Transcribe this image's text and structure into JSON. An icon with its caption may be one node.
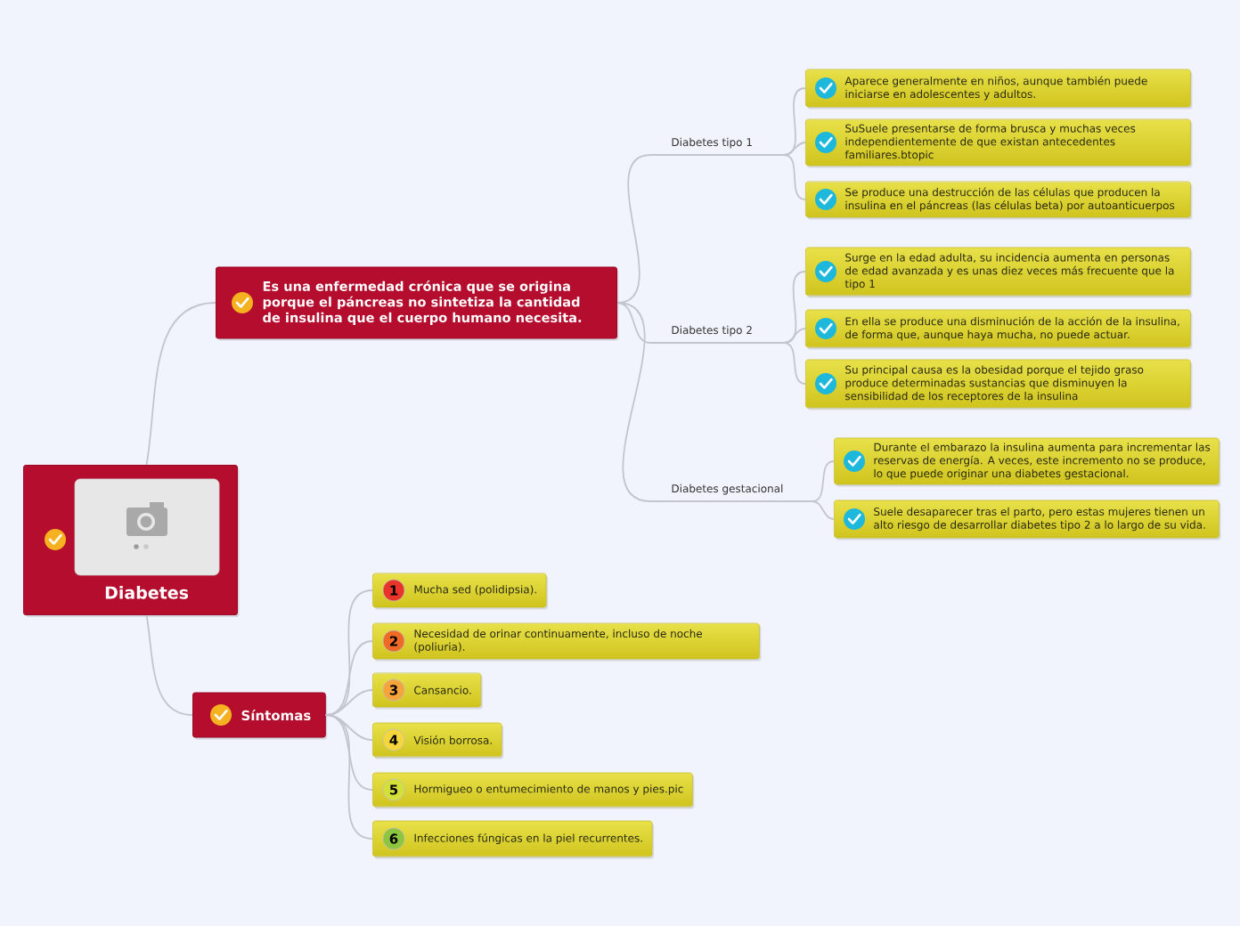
{
  "diagram": {
    "nodes": [
      {
        "text": [
          "Diabetes"
        ]
      },
      {
        "text": [
          "Es una enfermedad crónica que se origina porque el páncreas no sintetiza la cantidad de insulina que el cuerpo humano necesita."
        ]
      },
      {
        "text": [
          "Diabetes tipo 1"
        ]
      },
      {
        "text": [
          "Aparece generalmente en niños, aunque también puede iniciarse en adolescentes y adultos."
        ]
      },
      {
        "text": [
          "SuSuele presentarse de forma brusca y muchas veces independientemente de que existan antecedentes familiares.btopic"
        ]
      },
      {
        "text": [
          "Se produce una destrucción de las células que producen la insulina en el páncreas (las células beta) por autoanticuerpos"
        ]
      },
      {
        "text": [
          "Diabetes tipo 2"
        ]
      },
      {
        "text": [
          "Surge en la edad adulta, su incidencia aumenta en personas de edad avanzada y es unas diez veces más frecuente que la tipo 1"
        ]
      },
      {
        "text": [
          "En ella se produce una disminución de la acción de la insulina, de forma que, aunque haya mucha, no puede actuar."
        ]
      },
      {
        "text": [
          "Su principal causa es la obesidad porque el tejido graso produce determinadas sustancias que disminuyen la sensibilidad de los receptores de la insulina"
        ]
      },
      {
        "text": [
          "Diabetes gestacional"
        ]
      },
      {
        "text": [
          "Durante el embarazo la insulina aumenta para incrementar las reservas de energía. A veces, este incremento no se produce, lo que puede originar una diabetes gestacional."
        ]
      },
      {
        "text": [
          "Suele desaparecer tras el parto, pero estas mujeres tienen un alto riesgo de desarrollar diabetes tipo 2 a lo largo de su vida."
        ]
      },
      {
        "text": [
          "Síntomas"
        ]
      },
      {
        "text": [
          "1",
          "Mucha sed (polidipsia)."
        ]
      },
      {
        "text": [
          "2",
          "Necesidad de orinar continuamente, incluso de noche (poliuria)."
        ]
      },
      {
        "text": [
          "3",
          "Cansancio."
        ]
      },
      {
        "text": [
          "4",
          "Visión borrosa."
        ]
      },
      {
        "text": [
          "5",
          "Hormigueo o entumecimiento de manos y pies.pic"
        ]
      },
      {
        "text": [
          "6",
          "Infecciones fúngicas en la piel recurrentes."
        ]
      }
    ],
    "edges": [
      {
        "from": 0,
        "to": 1,
        "arrow": "none"
      },
      {
        "from": 1,
        "to": 2,
        "arrow": "none"
      },
      {
        "from": 2,
        "to": 3,
        "arrow": "none"
      },
      {
        "from": 2,
        "to": 4,
        "arrow": "none"
      },
      {
        "from": 2,
        "to": 5,
        "arrow": "none"
      },
      {
        "from": 1,
        "to": 6,
        "arrow": "none"
      },
      {
        "from": 6,
        "to": 7,
        "arrow": "none"
      },
      {
        "from": 6,
        "to": 8,
        "arrow": "none"
      },
      {
        "from": 6,
        "to": 9,
        "arrow": "none"
      },
      {
        "from": 1,
        "to": 10,
        "arrow": "none"
      },
      {
        "from": 10,
        "to": 11,
        "arrow": "none"
      },
      {
        "from": 10,
        "to": 12,
        "arrow": "none"
      },
      {
        "from": 0,
        "to": 13,
        "arrow": "none"
      },
      {
        "from": 13,
        "to": 14,
        "arrow": "none"
      },
      {
        "from": 13,
        "to": 15,
        "arrow": "none"
      },
      {
        "from": 13,
        "to": 16,
        "arrow": "none"
      },
      {
        "from": 13,
        "to": 17,
        "arrow": "none"
      },
      {
        "from": 13,
        "to": 18,
        "arrow": "none"
      },
      {
        "from": 13,
        "to": 19,
        "arrow": "none"
      }
    ]
  }
}
